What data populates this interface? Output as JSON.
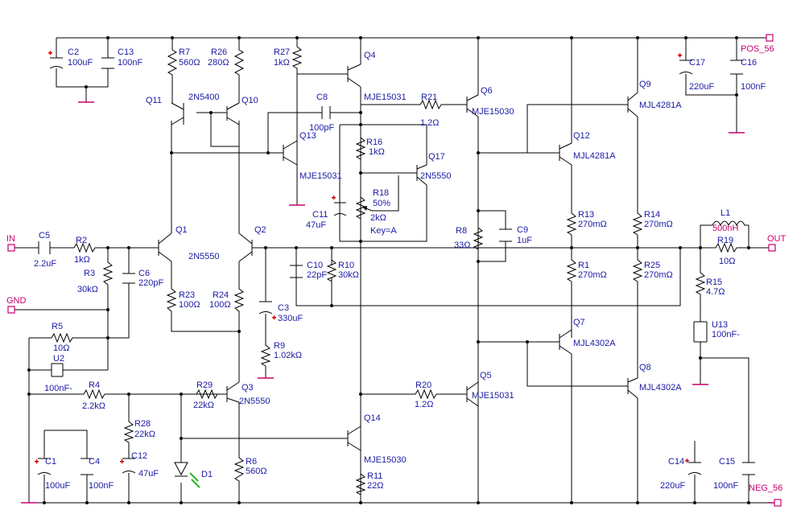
{
  "pins": {
    "pos": "POS_56",
    "neg": "NEG_56",
    "in": "IN",
    "out": "OUT",
    "gnd": "GND"
  },
  "components": [
    {
      "ref": "C2",
      "value": "100uF"
    },
    {
      "ref": "C13",
      "value": "100nF"
    },
    {
      "ref": "R7",
      "value": "560Ω"
    },
    {
      "ref": "R26",
      "value": "280Ω"
    },
    {
      "ref": "R27",
      "value": "1kΩ"
    },
    {
      "ref": "Q4",
      "value": "MJE15031"
    },
    {
      "ref": "Q11",
      "value": ""
    },
    {
      "ref": "Q10",
      "value": "2N5400"
    },
    {
      "ref": "C8",
      "value": "100pF"
    },
    {
      "ref": "R21",
      "value": "1.2Ω"
    },
    {
      "ref": "Q6",
      "value": "MJE15030"
    },
    {
      "ref": "Q9",
      "value": "MJL4281A"
    },
    {
      "ref": "C17",
      "value": "220uF"
    },
    {
      "ref": "C16",
      "value": "100nF"
    },
    {
      "ref": "Q13",
      "value": "MJE15031"
    },
    {
      "ref": "R16",
      "value": "1kΩ"
    },
    {
      "ref": "Q17",
      "value": "2N5550"
    },
    {
      "ref": "Q12",
      "value": "MJL4281A"
    },
    {
      "ref": "R18",
      "value": "50%"
    },
    {
      "ref": "R18_val",
      "value": "2kΩ"
    },
    {
      "ref": "R18_key",
      "value": "Key=A"
    },
    {
      "ref": "C11",
      "value": "47uF"
    },
    {
      "ref": "R8",
      "value": "33Ω"
    },
    {
      "ref": "C9",
      "value": "1uF"
    },
    {
      "ref": "R13",
      "value": "270mΩ"
    },
    {
      "ref": "R14",
      "value": "270mΩ"
    },
    {
      "ref": "L1",
      "value": "500nH"
    },
    {
      "ref": "R19",
      "value": "10Ω"
    },
    {
      "ref": "C5",
      "value": "2.2uF"
    },
    {
      "ref": "R2",
      "value": "1kΩ"
    },
    {
      "ref": "Q1",
      "value": "2N5550"
    },
    {
      "ref": "Q2",
      "value": ""
    },
    {
      "ref": "R3",
      "value": "30kΩ"
    },
    {
      "ref": "C6",
      "value": "220pF"
    },
    {
      "ref": "C10",
      "value": "22pF"
    },
    {
      "ref": "R10",
      "value": "30kΩ"
    },
    {
      "ref": "R1",
      "value": "270mΩ"
    },
    {
      "ref": "R25",
      "value": "270mΩ"
    },
    {
      "ref": "R15",
      "value": "4.7Ω"
    },
    {
      "ref": "R23",
      "value": "100Ω"
    },
    {
      "ref": "R24",
      "value": "100Ω"
    },
    {
      "ref": "C3",
      "value": "330uF"
    },
    {
      "ref": "R5",
      "value": "10Ω"
    },
    {
      "ref": "U2",
      "value": "100nF-"
    },
    {
      "ref": "Q7",
      "value": "MJL4302A"
    },
    {
      "ref": "U13",
      "value": "100nF-"
    },
    {
      "ref": "R9",
      "value": "1.02kΩ"
    },
    {
      "ref": "Q8",
      "value": "MJL4302A"
    },
    {
      "ref": "R4",
      "value": "2.2kΩ"
    },
    {
      "ref": "R29",
      "value": "22kΩ"
    },
    {
      "ref": "Q3",
      "value": "2N5550"
    },
    {
      "ref": "R20",
      "value": "1.2Ω"
    },
    {
      "ref": "Q5",
      "value": "MJE15031"
    },
    {
      "ref": "R28",
      "value": "22kΩ"
    },
    {
      "ref": "Q14",
      "value": "MJE15030"
    },
    {
      "ref": "C1",
      "value": "100uF"
    },
    {
      "ref": "C4",
      "value": "100nF"
    },
    {
      "ref": "C12",
      "value": "47uF"
    },
    {
      "ref": "D1",
      "value": ""
    },
    {
      "ref": "R6",
      "value": "560Ω"
    },
    {
      "ref": "R11",
      "value": "22Ω"
    },
    {
      "ref": "C14",
      "value": "220uF"
    },
    {
      "ref": "C15",
      "value": "100nF"
    }
  ]
}
